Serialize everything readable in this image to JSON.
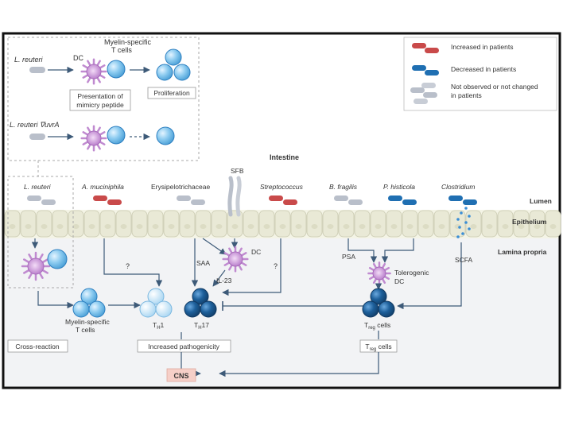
{
  "legend": {
    "increased": "Increased in patients",
    "decreased": "Decreased in patients",
    "not_changed_line1": "Not observed or not changed",
    "not_changed_line2": "in patients"
  },
  "colors": {
    "increased": "#c94a4a",
    "decreased": "#1f6fb2",
    "not_changed": "#b9bfca",
    "dc": "#c08ad0",
    "t_light": "#8ccbf0",
    "t_dark": "#1d5f9a",
    "epithelium": "#e9e9d6",
    "cns_box": "#f6cfc8"
  },
  "top_panel": {
    "lreuteri": "L. reuteri",
    "dc": "DC",
    "myelin_t_line1": "Myelin-specific",
    "myelin_t_line2": "T cells",
    "presentation_line1": "Presentation of",
    "presentation_line2": "mimicry peptide",
    "proliferation": "Proliferation",
    "lreuteri_mutant": "L. reuteri ∇uvrA"
  },
  "regions": {
    "intestine": "Intestine",
    "lumen": "Lumen",
    "epithelium": "Epithelium",
    "lamina_propria": "Lamina propria"
  },
  "bacteria": {
    "lreuteri": "L. reuteri",
    "amuciniphila": "A. muciniphila",
    "erysipelotrichaceae": "Erysipelotrichaceae",
    "sfb": "SFB",
    "streptococcus": "Streptococcus",
    "bfragilis": "B. fragilis",
    "phisticola": "P. histicola",
    "clostridium": "Clostridium"
  },
  "lamina": {
    "q1": "?",
    "q2": "?",
    "saa": "SAA",
    "dc": "DC",
    "il23": "IL-23",
    "psa": "PSA",
    "tolerogenic_line1": "Tolerogenic",
    "tolerogenic_line2": "DC",
    "scfa": "SCFA",
    "myelin_line1": "Myelin-specific",
    "myelin_line2": "T cells",
    "th1_main": "T",
    "th1_sub": "H",
    "th1_tail": "1",
    "th17_main": "T",
    "th17_sub": "H",
    "th17_tail": "17",
    "treg_main": "T",
    "treg_sub": "reg",
    "treg_tail": " cells",
    "cross_reaction": "Cross-reaction",
    "increased_pathogenicity": "Increased pathogenicity",
    "treg_box_main": "T",
    "treg_box_sub": "reg",
    "treg_box_tail": " cells",
    "cns": "CNS"
  }
}
